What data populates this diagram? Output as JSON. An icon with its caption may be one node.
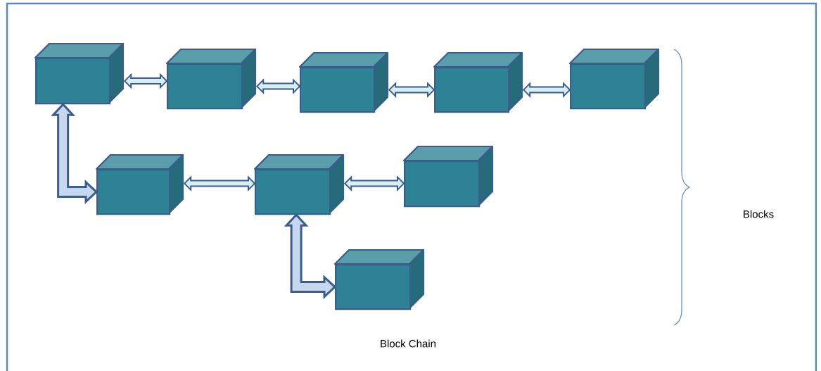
{
  "diagram": {
    "nodes": [
      {
        "text": [],
        "shape": "cube"
      },
      {
        "text": [],
        "shape": "cube"
      },
      {
        "text": [],
        "shape": "cube"
      },
      {
        "text": [],
        "shape": "cube"
      },
      {
        "text": [],
        "shape": "cube"
      },
      {
        "text": [],
        "shape": "cube"
      },
      {
        "text": [],
        "shape": "cube"
      },
      {
        "text": [],
        "shape": "cube"
      },
      {
        "text": [],
        "shape": "cube"
      }
    ],
    "edges": [
      {
        "from": 0,
        "to": 1,
        "arrow": "both"
      },
      {
        "from": 1,
        "to": 2,
        "arrow": "both"
      },
      {
        "from": 2,
        "to": 3,
        "arrow": "both"
      },
      {
        "from": 3,
        "to": 4,
        "arrow": "both"
      },
      {
        "from": 0,
        "to": 5,
        "arrow": "both",
        "style": "thick"
      },
      {
        "from": 5,
        "to": 6,
        "arrow": "both"
      },
      {
        "from": 6,
        "to": 7,
        "arrow": "both"
      },
      {
        "from": 6,
        "to": 8,
        "arrow": "both",
        "style": "thick"
      }
    ],
    "labels": [
      "Blocks",
      "Block Chain"
    ]
  }
}
